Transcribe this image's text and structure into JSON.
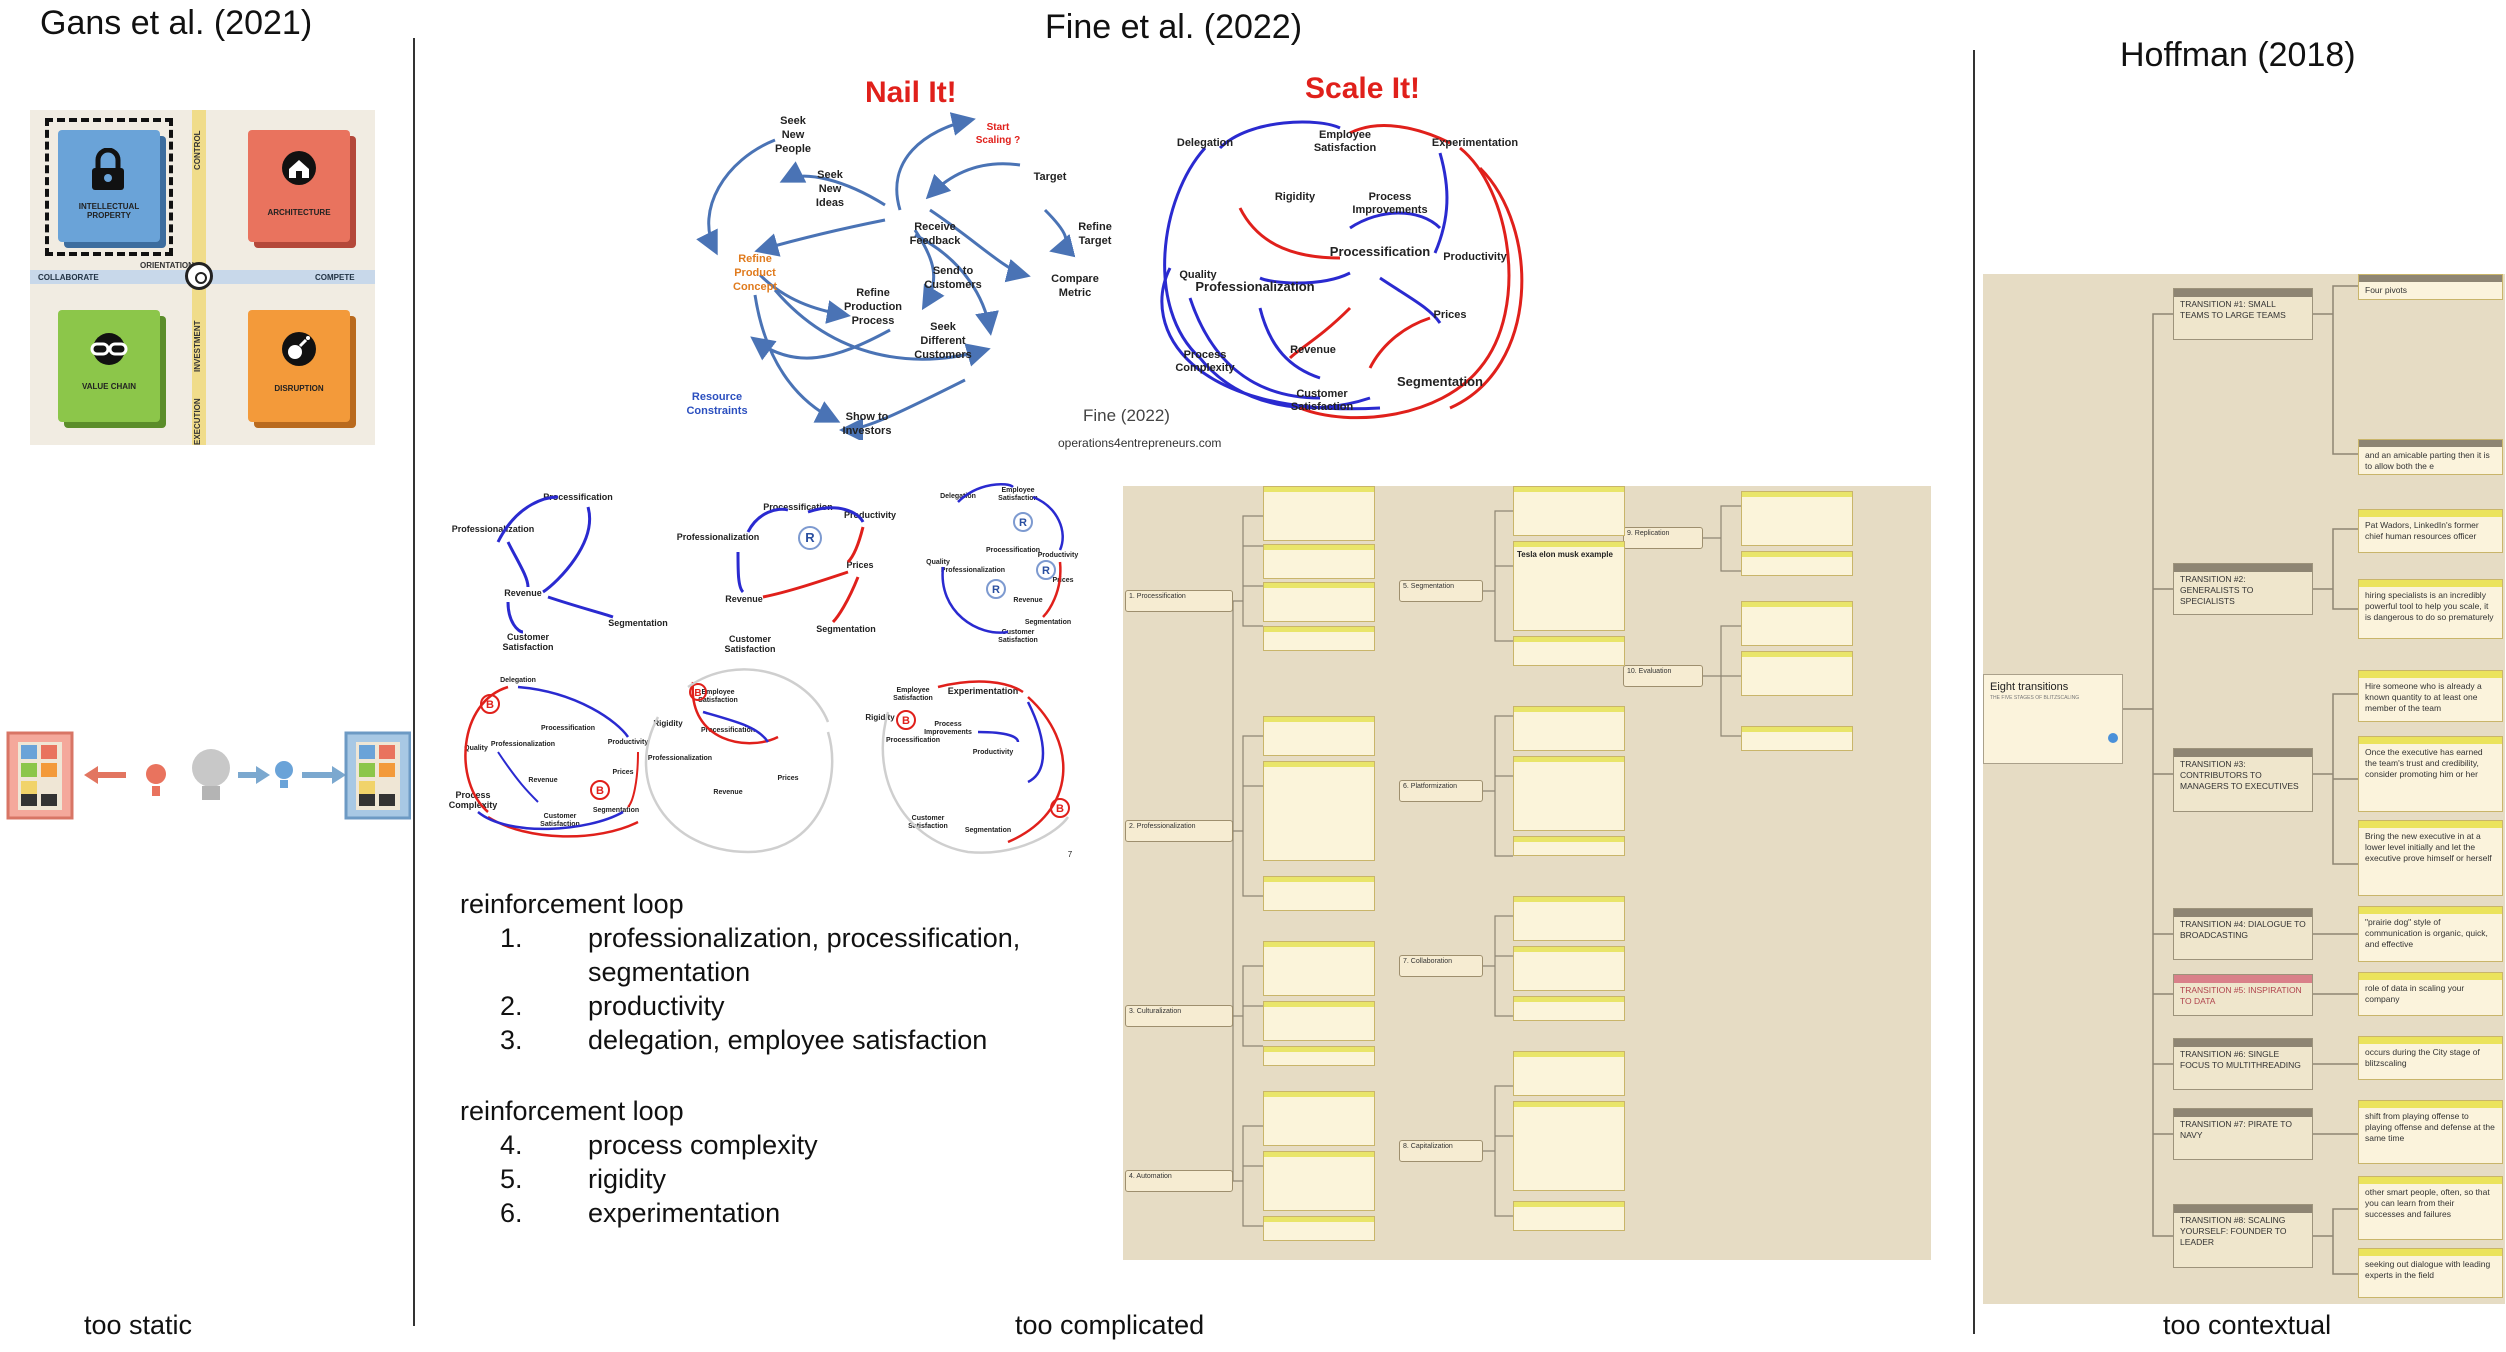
{
  "columns": {
    "gans": {
      "title": "Gans et al. (2021)",
      "caption": "too static"
    },
    "fine": {
      "title": "Fine et al. (2022)",
      "caption": "too complicated"
    },
    "hoffman": {
      "title": "Hoffman (2018)",
      "caption": "too contextual"
    }
  },
  "gans_matrix": {
    "axes": {
      "top": "ORIENTATION",
      "left": "COLLABORATE",
      "right": "COMPETE",
      "upper_v": "CONTROL",
      "lower_v": "INVESTMENT",
      "lower_v2": "EXECUTION"
    },
    "quadrants": [
      {
        "label": "INTELLECTUAL PROPERTY",
        "color": "#6aa3d8",
        "icon": "lock-icon"
      },
      {
        "label": "ARCHITECTURE",
        "color": "#e9735e",
        "icon": "house-icon"
      },
      {
        "label": "VALUE CHAIN",
        "color": "#8cc64a",
        "icon": "chain-icon"
      },
      {
        "label": "DISRUPTION",
        "color": "#f39a3a",
        "icon": "bomb-icon"
      }
    ]
  },
  "fine_top": {
    "nail": {
      "title": "Nail It!",
      "nodes": [
        "Seek New People",
        "Seek New Ideas",
        "Start Scaling ?",
        "Target",
        "Refine Target",
        "Receive Feedback",
        "Refine Product Concept",
        "Send to Customers",
        "Compare Metric",
        "Refine Production Process",
        "Seek Different Customers",
        "Resource Constraints",
        "Show to Investors"
      ]
    },
    "scale": {
      "title": "Scale It!",
      "nodes": [
        "Delegation",
        "Employee Satisfaction",
        "Experimentation",
        "Rigidity",
        "Process Improvements",
        "Processification",
        "Productivity",
        "Quality",
        "Professionalization",
        "Prices",
        "Revenue",
        "Process Complexity",
        "Segmentation",
        "Customer Satisfaction"
      ]
    },
    "credit": "Fine (2022)",
    "url": "operations4entrepreneurs.com"
  },
  "fine_small": {
    "nodes": [
      "Processification",
      "Professionalization",
      "Revenue",
      "Segmentation",
      "Customer Satisfaction",
      "Productivity",
      "Prices",
      "R",
      "B"
    ],
    "page_number": "7"
  },
  "loops": [
    {
      "heading": "reinforcement loop",
      "items": [
        {
          "num": "1.",
          "text": "professionalization, processification,"
        },
        {
          "num": "",
          "text": "segmentation"
        },
        {
          "num": "2.",
          "text": "productivity"
        },
        {
          "num": "3.",
          "text": "delegation, employee satisfaction"
        }
      ]
    },
    {
      "heading": "reinforcement loop",
      "items": [
        {
          "num": "4.",
          "text": "process complexity"
        },
        {
          "num": "5.",
          "text": "rigidity"
        },
        {
          "num": "6.",
          "text": "experimentation"
        }
      ]
    }
  ],
  "mindmap_mid": {
    "branches": [
      "1. Processification",
      "2. Professionalization",
      "3. Culturalization",
      "4. Automation",
      "5. Segmentation",
      "6. Platformization",
      "7. Collaboration",
      "8. Capitalization",
      "9. Replication",
      "10. Evaluation"
    ],
    "highlight_note": "Tesla elon musk example"
  },
  "hoffman_map": {
    "root": {
      "title": "Eight transitions",
      "subtitle": "THE FIVE STAGES OF BLITZSCALING"
    },
    "transitions": [
      {
        "label": "TRANSITION #1: SMALL TEAMS TO LARGE TEAMS",
        "pink": false
      },
      {
        "label": "TRANSITION #2: GENERALISTS TO SPECIALISTS",
        "pink": false
      },
      {
        "label": "TRANSITION #3: CONTRIBUTORS TO MANAGERS TO EXECUTIVES",
        "pink": false
      },
      {
        "label": "TRANSITION #4: DIALOGUE TO BROADCASTING",
        "pink": false
      },
      {
        "label": "TRANSITION #5: INSPIRATION TO DATA",
        "pink": true
      },
      {
        "label": "TRANSITION #6: SINGLE FOCUS TO MULTITHREADING",
        "pink": false
      },
      {
        "label": "TRANSITION #7: PIRATE TO NAVY",
        "pink": false
      },
      {
        "label": "TRANSITION #8: SCALING YOURSELF: FOUNDER TO LEADER",
        "pink": false
      }
    ],
    "leaves": [
      "Four pivots",
      "and an amicable parting then it is to allow both the e",
      "Pat Wadors, LinkedIn's former chief human resources officer",
      "hiring specialists is an incredibly powerful tool to help you scale, it is dangerous to do so prematurely",
      "Hire someone who is already a known quantity to at least one member of the team",
      "Once the executive has earned the team's trust and credibility, consider promoting him or her",
      "Bring the new executive in at a lower level initially and let the executive prove himself or herself",
      "\"prairie dog\" style of communication is organic, quick, and effective",
      "role of data in scaling your company",
      "occurs during the City stage of blitzscaling",
      "shift from playing offense to playing offense and defense at the same time",
      "other smart people, often, so that you can learn from their successes and failures",
      "seeking out dialogue with leading experts in the field"
    ]
  }
}
